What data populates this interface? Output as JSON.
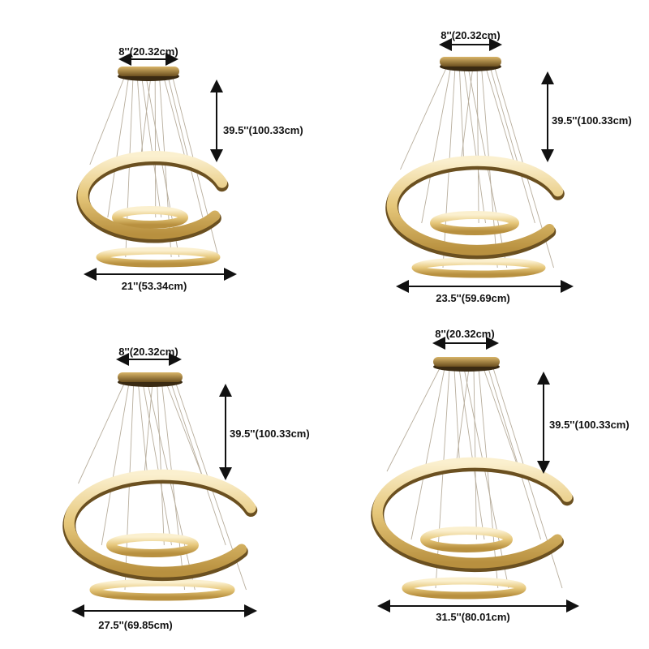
{
  "panels": [
    {
      "canopy_label": "8''(20.32cm)",
      "height_label": "39.5''(100.33cm)",
      "width_label": "21''(53.34cm)"
    },
    {
      "canopy_label": "8''(20.32cm)",
      "height_label": "39.5''(100.33cm)",
      "width_label": "23.5''(59.69cm)"
    },
    {
      "canopy_label": "8''(20.32cm)",
      "height_label": "39.5''(100.33cm)",
      "width_label": "27.5''(69.85cm)"
    },
    {
      "canopy_label": "8''(20.32cm)",
      "height_label": "39.5''(100.33cm)",
      "width_label": "31.5''(80.01cm)"
    }
  ],
  "colors": {
    "gold": "#c9a24a",
    "crystal": "#f3e2b0",
    "canopy": "#8a6a2c",
    "arrow": "#111111"
  }
}
